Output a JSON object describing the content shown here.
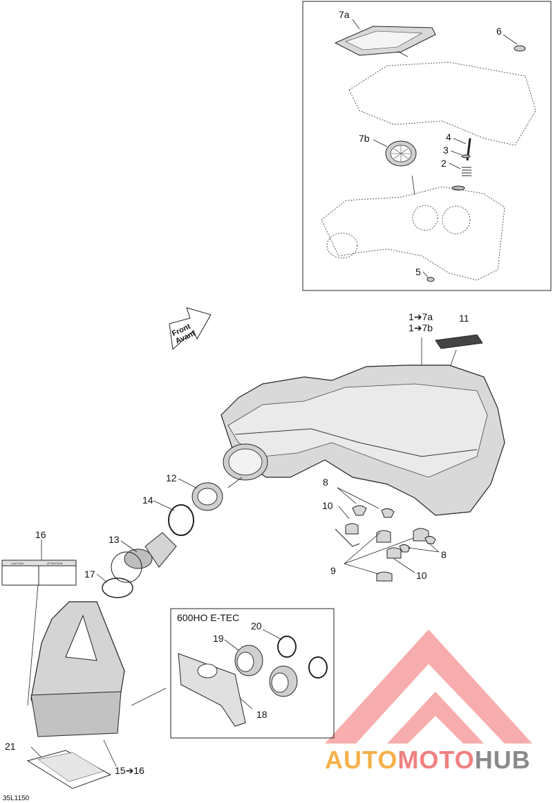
{
  "diagram": {
    "code": "35L1150",
    "front_arrow": {
      "line1": "Front",
      "line2": "Avant"
    },
    "inset_title": "600HO E-TEC",
    "decal": {
      "left_header": "CAUTION",
      "right_header": "ATTENTION"
    },
    "callouts": {
      "c7a": "7a",
      "c6": "6",
      "c7b": "7b",
      "c4": "4",
      "c3": "3",
      "c2": "2",
      "c5": "5",
      "c1_7a": "1➔7a",
      "c1_7b": "1➔7b",
      "c11": "11",
      "c12": "12",
      "c14": "14",
      "c13": "13",
      "c16": "16",
      "c17": "17",
      "c8a": "8",
      "c10a": "10",
      "c9": "9",
      "c8b": "8",
      "c10b": "10",
      "c20": "20",
      "c19": "19",
      "c18": "18",
      "c21": "21",
      "c15_16": "15➔16"
    }
  },
  "watermark": {
    "part1": "AUTO",
    "part2": "MOTO",
    "part3": "HUB"
  }
}
